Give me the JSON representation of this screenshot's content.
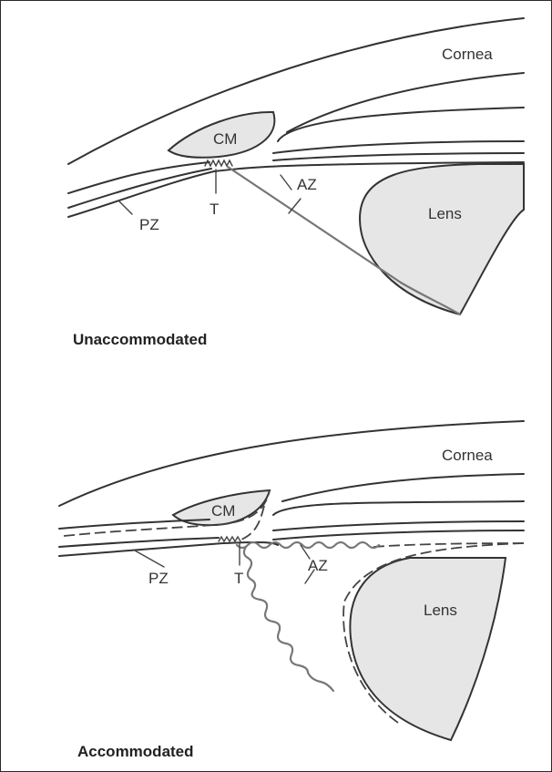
{
  "top_panel": {
    "caption": "Unaccommodated",
    "labels": {
      "cornea": "Cornea",
      "cm": "CM",
      "lens": "Lens",
      "pz": "PZ",
      "t": "T",
      "az": "AZ"
    }
  },
  "bottom_panel": {
    "caption": "Accommodated",
    "labels": {
      "cornea": "Cornea",
      "cm": "CM",
      "lens": "Lens",
      "pz": "PZ",
      "t": "T",
      "az": "AZ"
    }
  },
  "colors": {
    "line": "#333333",
    "fill": "#e6e6e6",
    "zonule": "#777777"
  }
}
